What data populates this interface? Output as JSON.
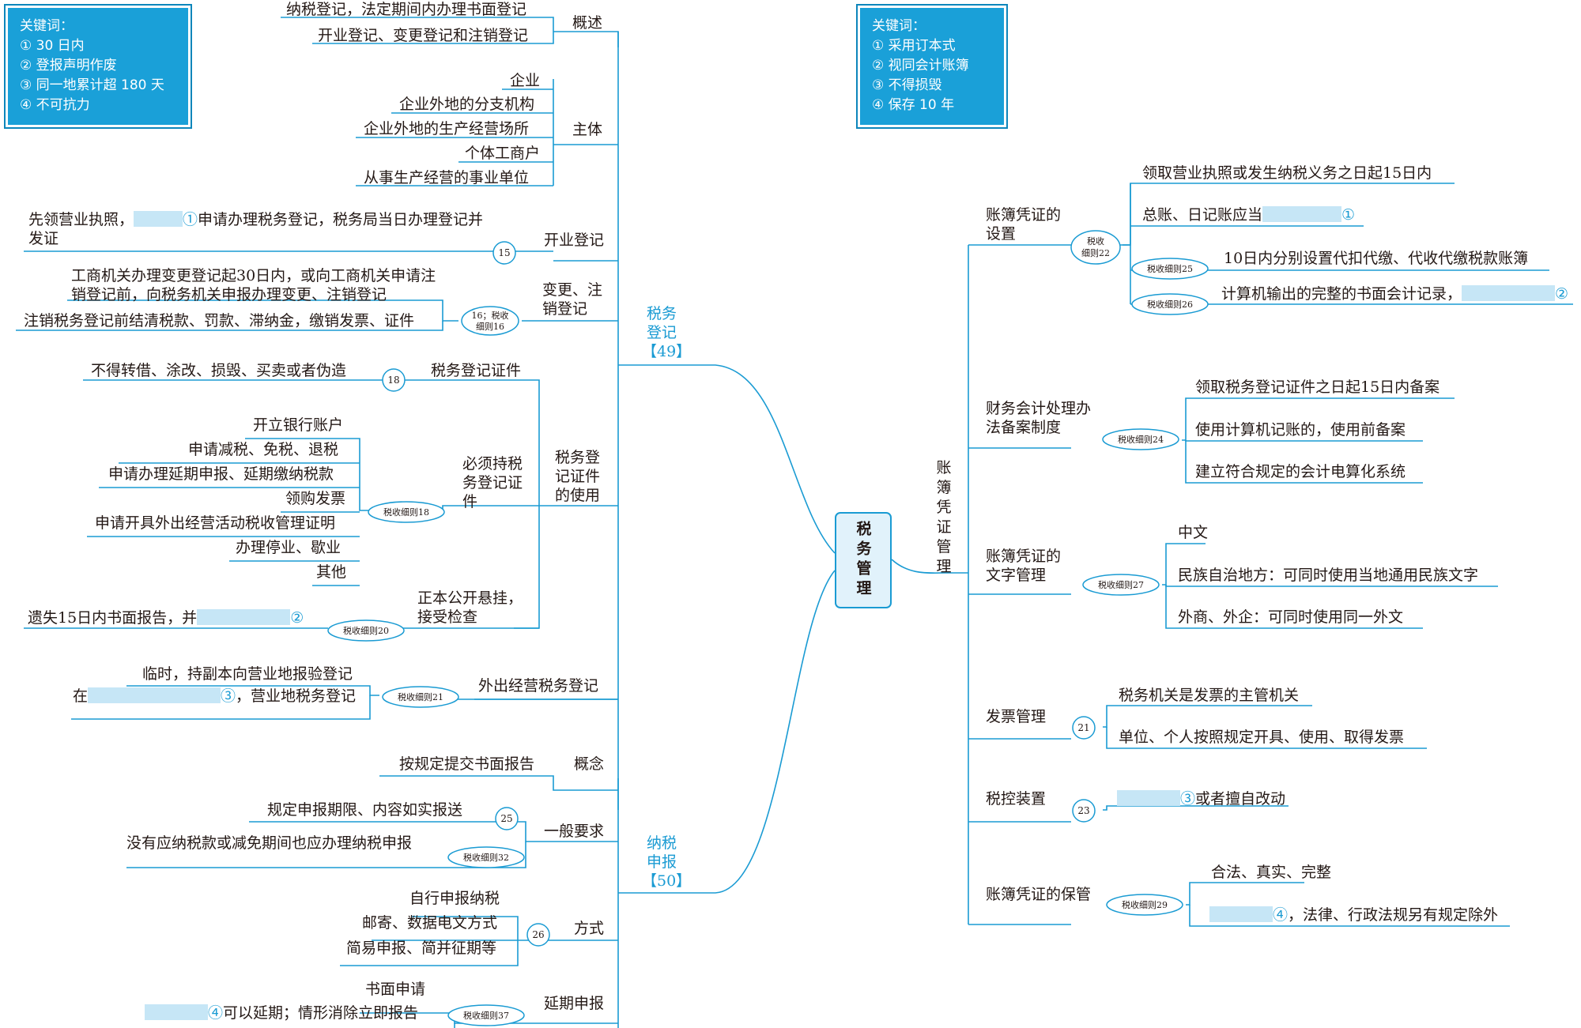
{
  "keyword_left": {
    "title": "关键词：",
    "items": [
      "① 30 日内",
      "② 登报声明作废",
      "③ 同一地累计超 180 天",
      "④ 不可抗力"
    ]
  },
  "keyword_right": {
    "title": "关键词：",
    "items": [
      "① 采用订本式",
      "② 视同会计账簿",
      "③ 不得损毁",
      "④ 保存 10 年"
    ]
  },
  "center": "税务管理",
  "left": {
    "tax_registration": {
      "label": "税务登记",
      "ref": "【49】",
      "overview": {
        "label": "概述",
        "items": [
          "纳税登记，法定期间内办理书面登记",
          "开业登记、变更登记和注销登记"
        ]
      },
      "subject": {
        "label": "主体",
        "items": [
          "企业",
          "企业外地的分支机构",
          "企业外地的生产经营场所",
          "个体工商户",
          "从事生产经营的事业单位"
        ]
      },
      "opening": {
        "label": "开业登记",
        "badge": "15",
        "text_before": "先领营业执照，",
        "marker": "①",
        "text_after": "申请办理税务登记，税务局当日办理登记并发证"
      },
      "change": {
        "label": "变更、注销登记",
        "badge": "16；税收细则16",
        "items": [
          "工商机关办理变更登记起30日内，或向工商机关申请注销登记前，向税务机关申报办理变更、注销登记",
          "注销税务登记前结清税款、罚款、滞纳金，缴销发票、证件"
        ]
      },
      "cert_use": {
        "label": "税务登记证件的使用",
        "cert": {
          "label": "税务登记证件",
          "badge": "18",
          "item": "不得转借、涂改、损毁、买卖或者伪造"
        },
        "must_hold": {
          "label": "必须持税务登记证件",
          "badge": "税收细则18",
          "items": [
            "开立银行账户",
            "申请减税、免税、退税",
            "申请办理延期申报、延期缴纳税款",
            "领购发票",
            "申请开具外出经营活动税收管理证明",
            "办理停业、歇业",
            "其他"
          ]
        },
        "display": {
          "label": "正本公开悬挂，接受检查",
          "badge": "税收细则20",
          "text": "遗失15日内书面报告，并",
          "marker": "②"
        }
      },
      "outbound": {
        "label": "外出经营税务登记",
        "badge": "税收细则21",
        "item1": "临时，持副本向营业地报验登记",
        "item2_before": "在",
        "marker": "③",
        "item2_after": "，营业地税务登记"
      }
    },
    "tax_filing": {
      "label": "纳税申报",
      "ref": "【50】",
      "concept": {
        "label": "概念",
        "item": "按规定提交书面报告"
      },
      "general": {
        "label": "一般要求",
        "badge1": "25",
        "item1": "规定申报期限、内容如实报送",
        "badge2": "税收细则32",
        "item2": "没有应纳税款或减免期间也应办理纳税申报"
      },
      "method": {
        "label": "方式",
        "badge": "26",
        "items": [
          "自行申报纳税",
          "邮寄、数据电文方式",
          "简易申报、简并征期等"
        ]
      },
      "extension": {
        "label": "延期申报",
        "badge": "税收细则37",
        "item1": "书面申请",
        "marker": "④",
        "item2": "可以延期；情形消除立即报告"
      }
    }
  },
  "right": {
    "books": {
      "label": "账簿凭证管理",
      "setup": {
        "label": "账簿凭证的设置",
        "badge": "税收细则22",
        "item1": "领取营业执照或发生纳税义务之日起15日内",
        "item2": "总账、日记账应当",
        "marker2": "①",
        "badge3": "税收细则25",
        "item3": "10日内分别设置代扣代缴、代收代缴税款账簿",
        "badge4": "税收细则26",
        "item4": "计算机输出的完整的书面会计记录，",
        "marker4": "②"
      },
      "accounting": {
        "label": "财务会计处理办法备案制度",
        "badge": "税收细则24",
        "items": [
          "领取税务登记证件之日起15日内备案",
          "使用计算机记账的，使用前备案",
          "建立符合规定的会计电算化系统"
        ]
      },
      "language": {
        "label": "账簿凭证的文字管理",
        "badge": "税收细则27",
        "items": [
          "中文",
          "民族自治地方：可同时使用当地通用民族文字",
          "外商、外企：可同时使用同一外文"
        ]
      },
      "invoice": {
        "label": "发票管理",
        "badge": "21",
        "items": [
          "税务机关是发票的主管机关",
          "单位、个人按照规定开具、使用、取得发票"
        ]
      },
      "taxctrl": {
        "label": "税控装置",
        "badge": "23",
        "marker": "③",
        "item": "或者擅自改动"
      },
      "keeping": {
        "label": "账簿凭证的保管",
        "badge": "税收细则29",
        "item1": "合法、真实、完整",
        "marker": "④",
        "item2": "，法律、行政法规另有规定除外"
      }
    }
  }
}
